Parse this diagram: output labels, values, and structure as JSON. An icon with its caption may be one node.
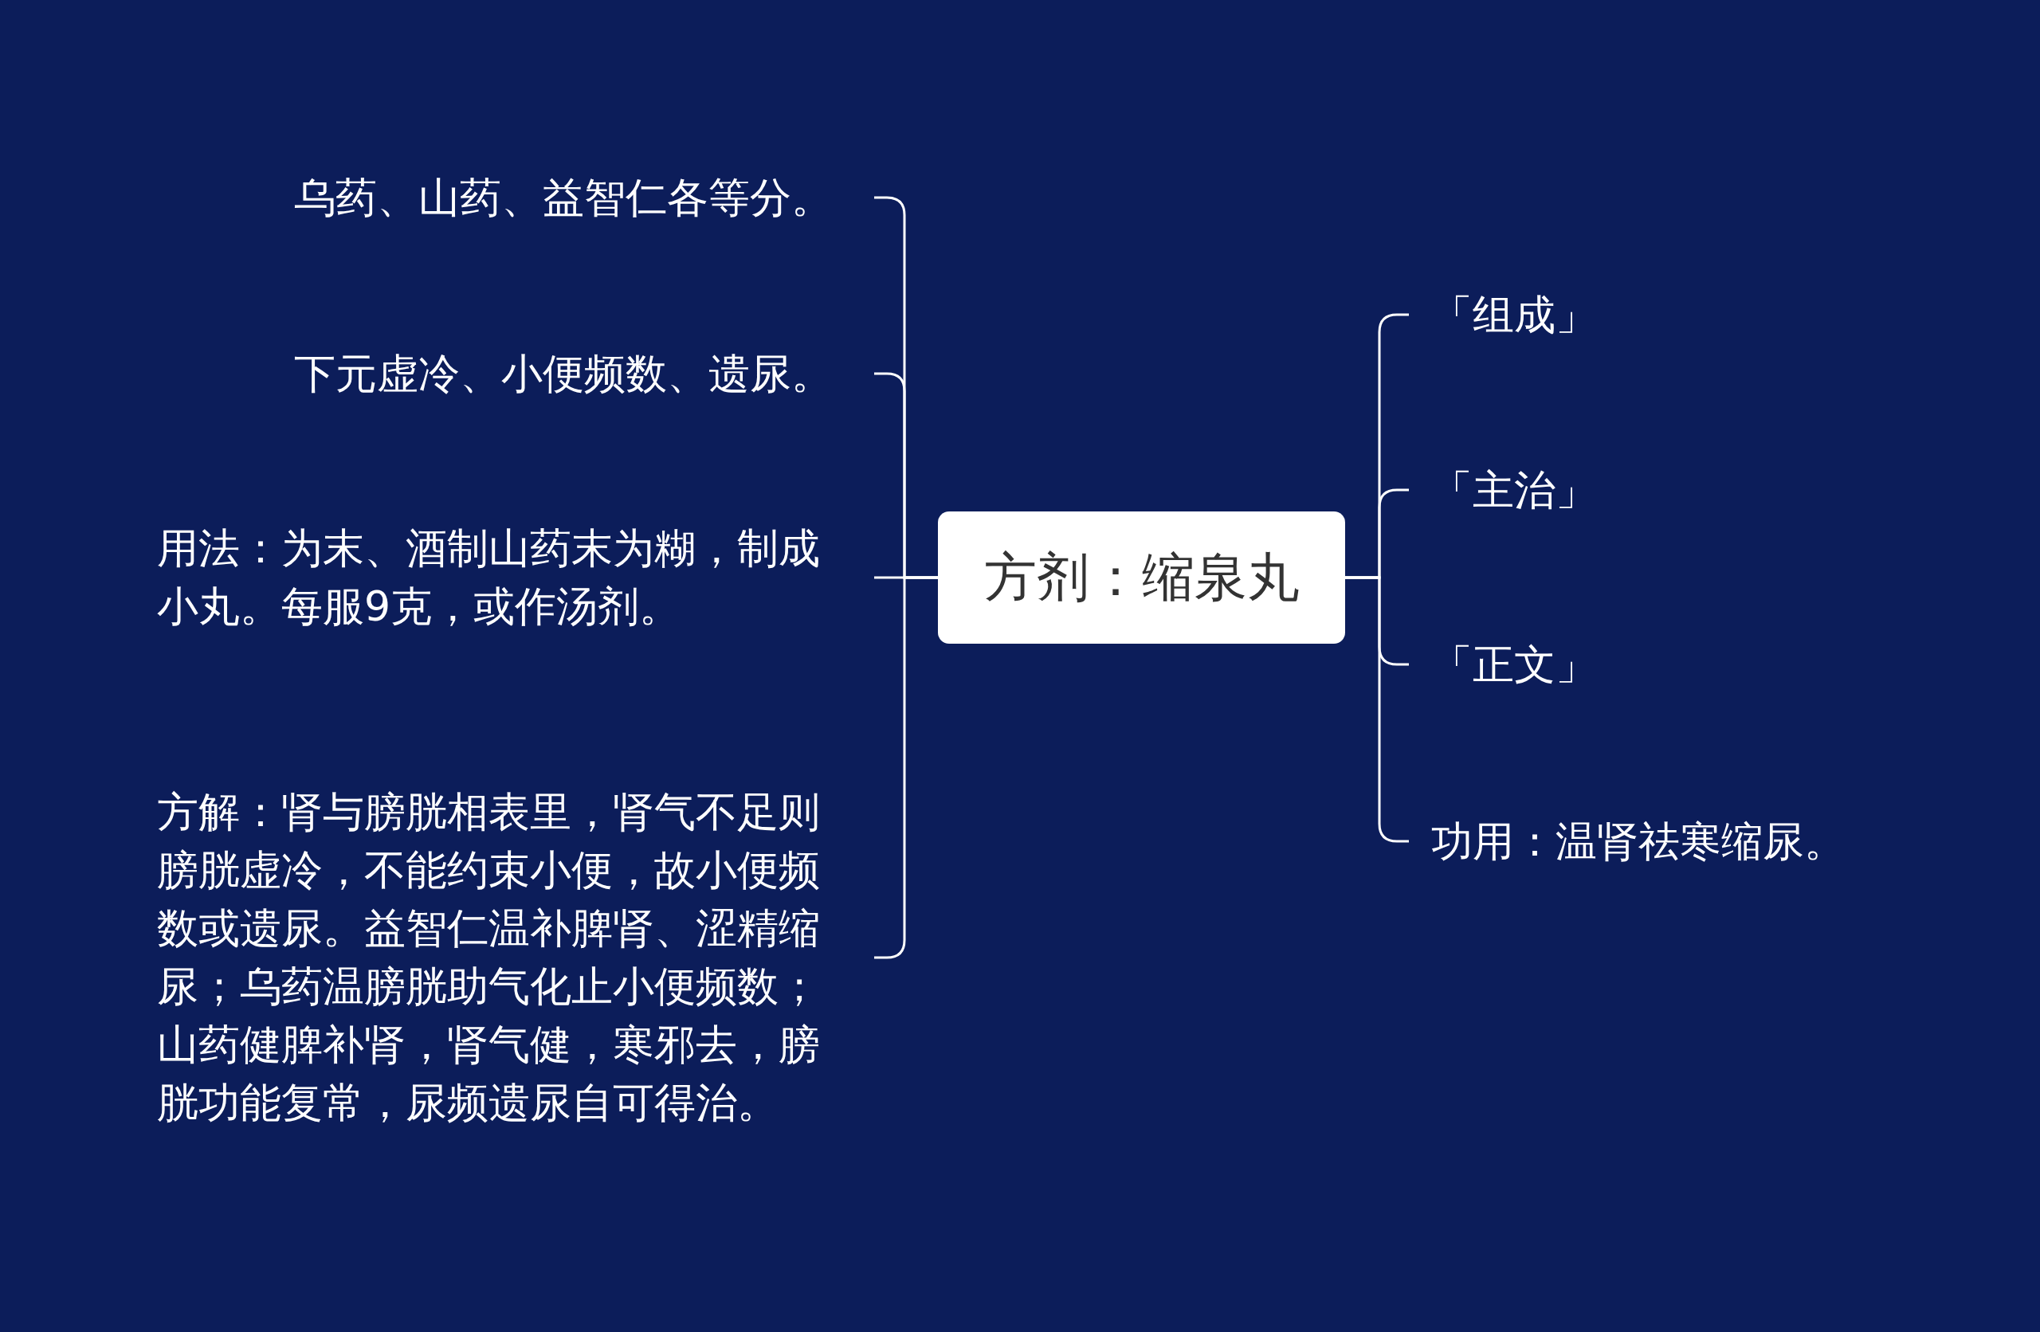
{
  "diagram": {
    "nodes": [
      {
        "text": [
          "方剂：缩泉丸"
        ]
      },
      {
        "text": [
          "乌药、山药、益智仁各等分。"
        ]
      },
      {
        "text": [
          "下元虚冷、小便频数、遗尿。"
        ]
      },
      {
        "text": [
          "用法：为末、酒制山药末为糊，制成小丸。每服9克，或作汤剂。"
        ]
      },
      {
        "text": [
          "方解：肾与膀胱相表里，肾气不足则膀胱虚冷，不能约束小便，故小便频数或遗尿。益智仁温补脾肾、涩精缩尿；乌药温膀胱助气化止小便频数；山药健脾补肾，肾气健，寒邪去，膀胱功能复常，尿频遗尿自可得治。"
        ]
      },
      {
        "text": [
          "「组成」"
        ]
      },
      {
        "text": [
          "「主治」"
        ]
      },
      {
        "text": [
          "「正文」"
        ]
      },
      {
        "text": [
          "功用：温肾祛寒缩尿。"
        ]
      }
    ],
    "edges": [
      {
        "from": 0,
        "to": 1,
        "arrow": "none"
      },
      {
        "from": 0,
        "to": 2,
        "arrow": "none"
      },
      {
        "from": 0,
        "to": 3,
        "arrow": "none"
      },
      {
        "from": 0,
        "to": 4,
        "arrow": "none"
      },
      {
        "from": 0,
        "to": 5,
        "arrow": "none"
      },
      {
        "from": 0,
        "to": 6,
        "arrow": "none"
      },
      {
        "from": 0,
        "to": 7,
        "arrow": "none"
      },
      {
        "from": 0,
        "to": 8,
        "arrow": "none"
      }
    ]
  }
}
